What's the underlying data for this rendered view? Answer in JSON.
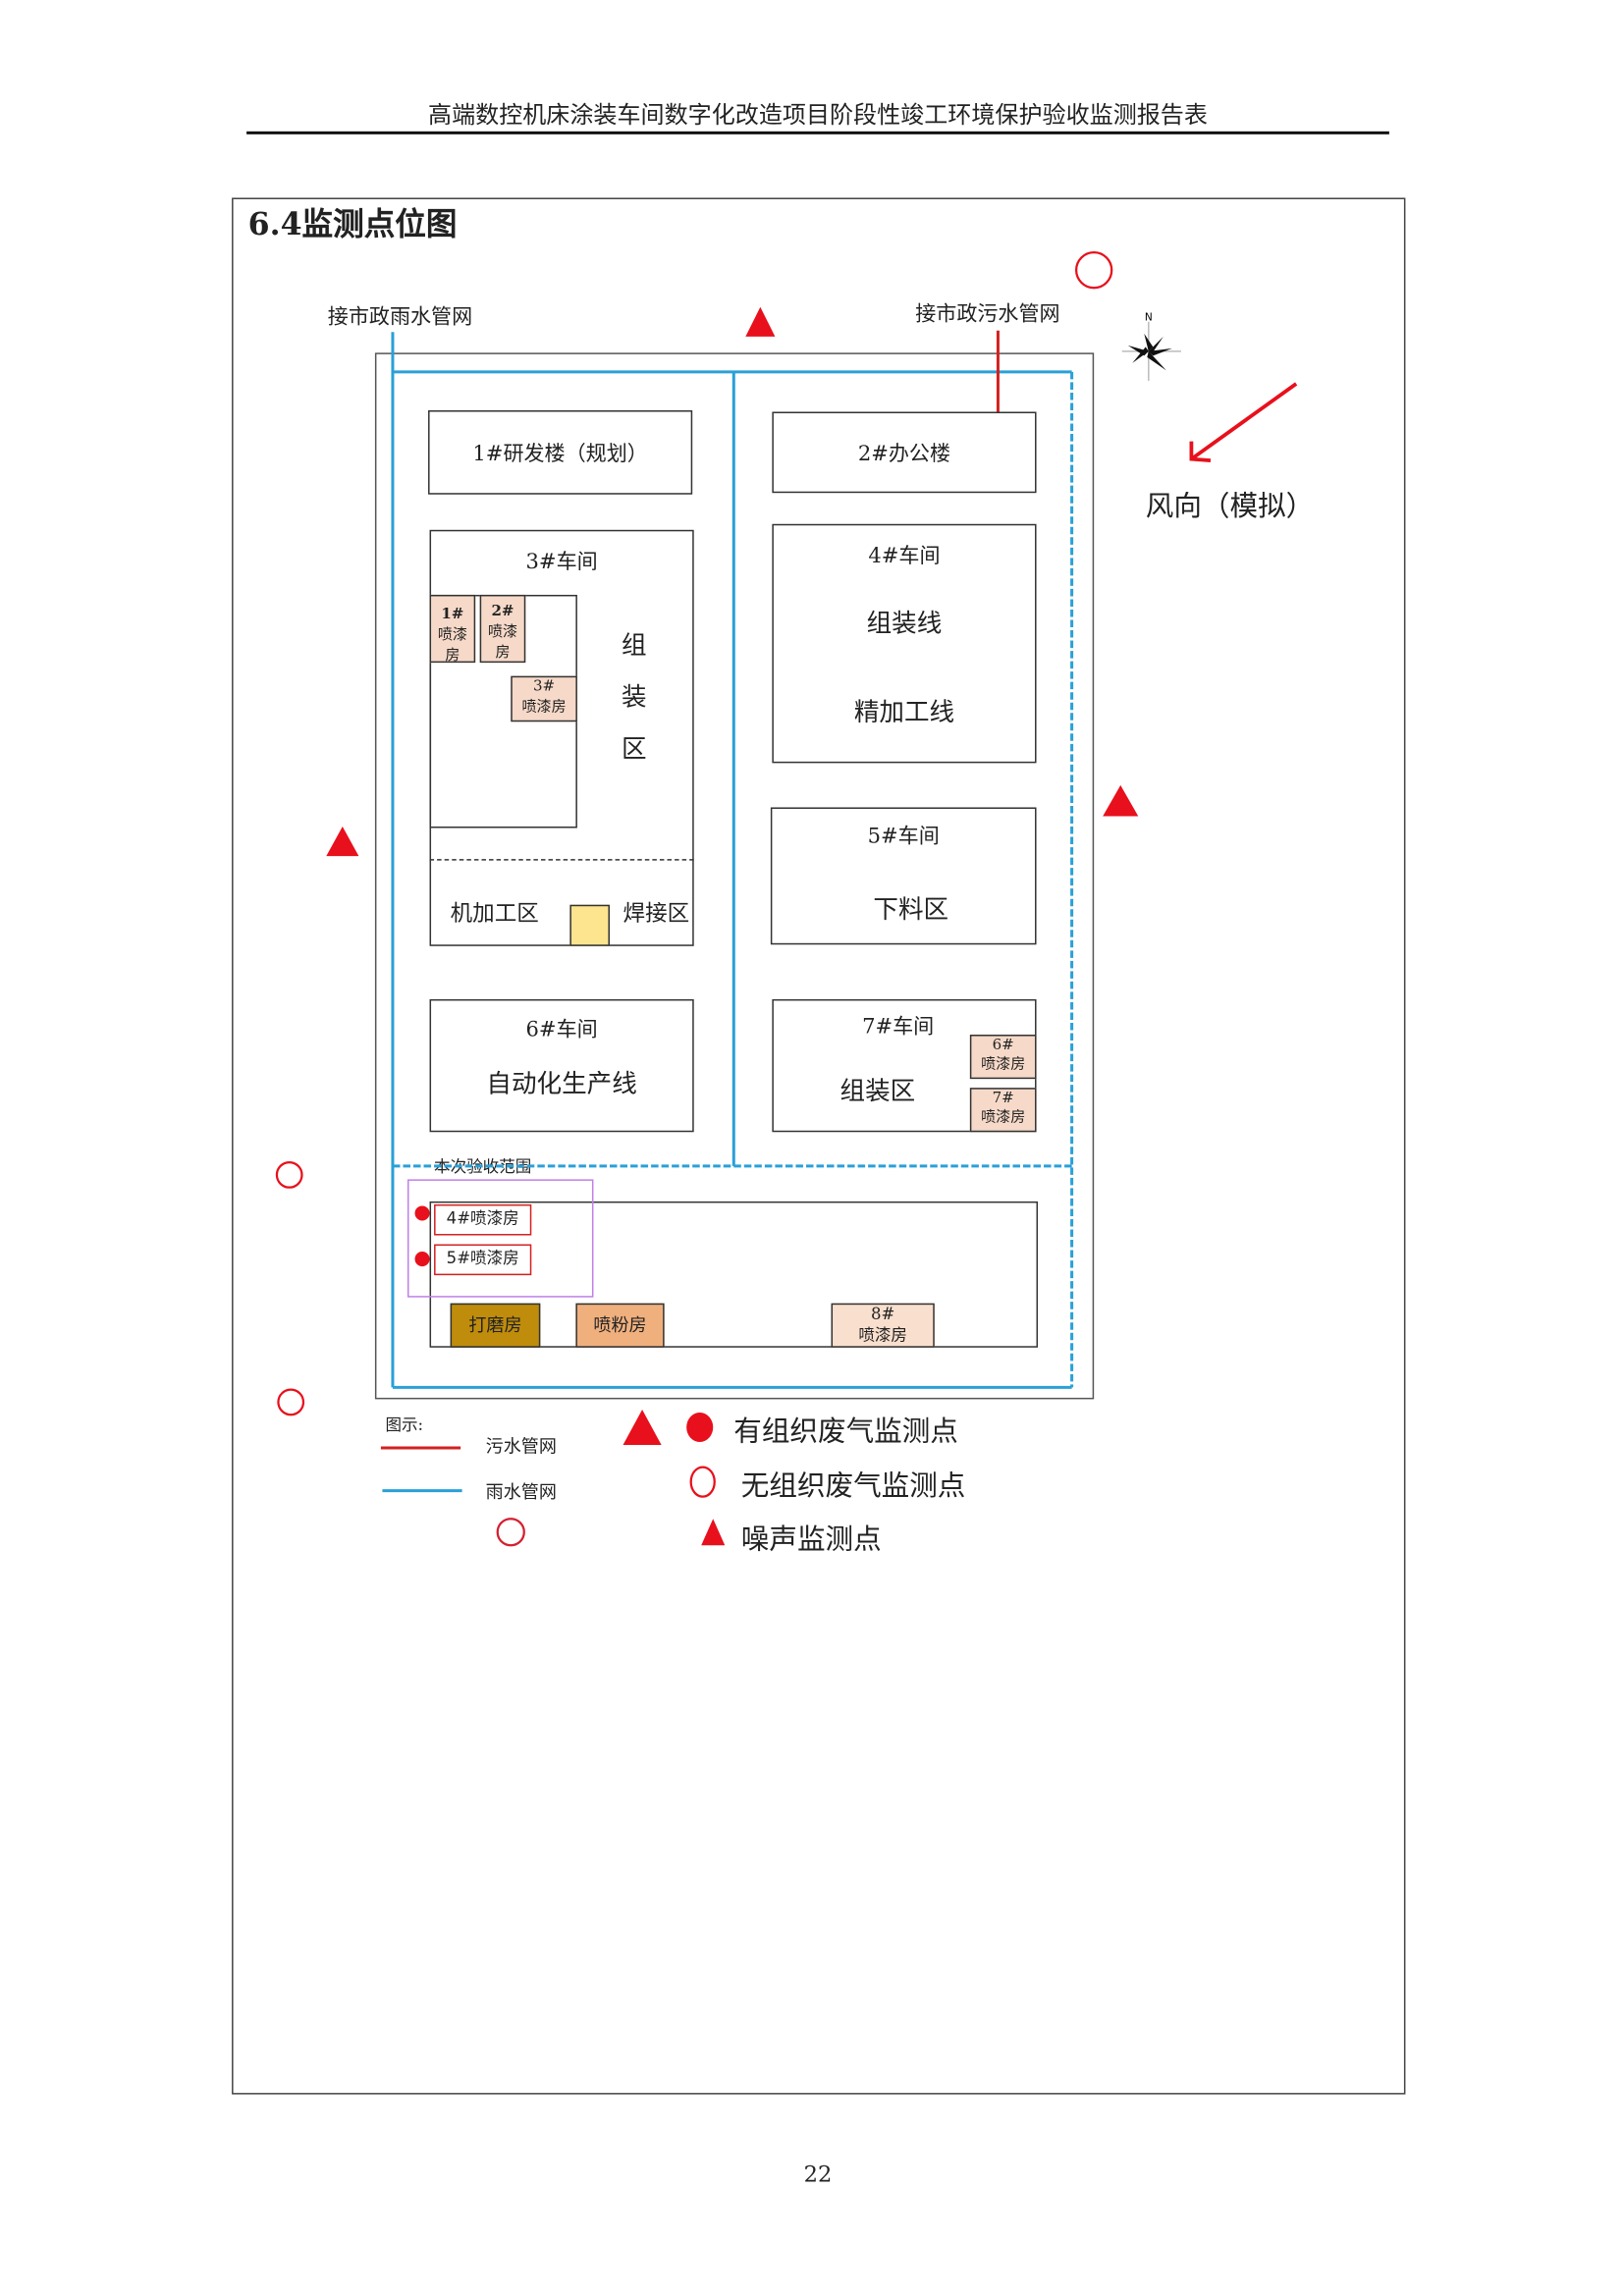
{
  "header": {
    "title": "高端数控机床涂装车间数字化改造项目阶段性竣工环境保护验收监测报告表"
  },
  "section": {
    "title": "6.4监测点位图"
  },
  "map": {
    "rain_outlet": "接市政雨水管网",
    "sewage_outlet": "接市政污水管网",
    "wind_label": "风向（模拟）",
    "compass_north": "N",
    "buildings": {
      "b1": "1#研发楼（规划）",
      "b2": "2#办公楼",
      "w3": {
        "title": "3#车间",
        "assembly": [
          "组",
          "装",
          "区"
        ],
        "machining": "机加工区",
        "welding": "焊接区",
        "rooms": [
          {
            "num": "1#",
            "name": "喷漆房"
          },
          {
            "num": "2#",
            "name": "喷漆房"
          },
          {
            "num": "3#",
            "name": "喷漆房"
          }
        ]
      },
      "w4": {
        "title": "4#车间",
        "line1": "组装线",
        "line2": "精加工线"
      },
      "w5": {
        "title": "5#车间",
        "area": "下料区"
      },
      "w6": {
        "title": "6#车间",
        "area": "自动化生产线"
      },
      "w7": {
        "title": "7#车间",
        "area": "组装区",
        "rooms": [
          {
            "num": "6#",
            "name": "喷漆房"
          },
          {
            "num": "7#",
            "name": "喷漆房"
          }
        ]
      },
      "bottom": {
        "scope": "本次验收范围",
        "room4": "4#喷漆房",
        "room5": "5#喷漆房",
        "grinding": "打磨房",
        "powder": "喷粉房",
        "room8_num": "8#",
        "room8_name": "喷漆房"
      }
    }
  },
  "legend": {
    "title": "图示:",
    "sewage": "污水管网",
    "rain": "雨水管网",
    "organized": "有组织废气监测点",
    "unorganized": "无组织废气监测点",
    "noise": "噪声监测点"
  },
  "colors": {
    "marker": "#e8101c",
    "rain": "#2aa0d8",
    "sewage": "#d42020",
    "scope": "#c080e8"
  },
  "footer": {
    "page": "22"
  }
}
